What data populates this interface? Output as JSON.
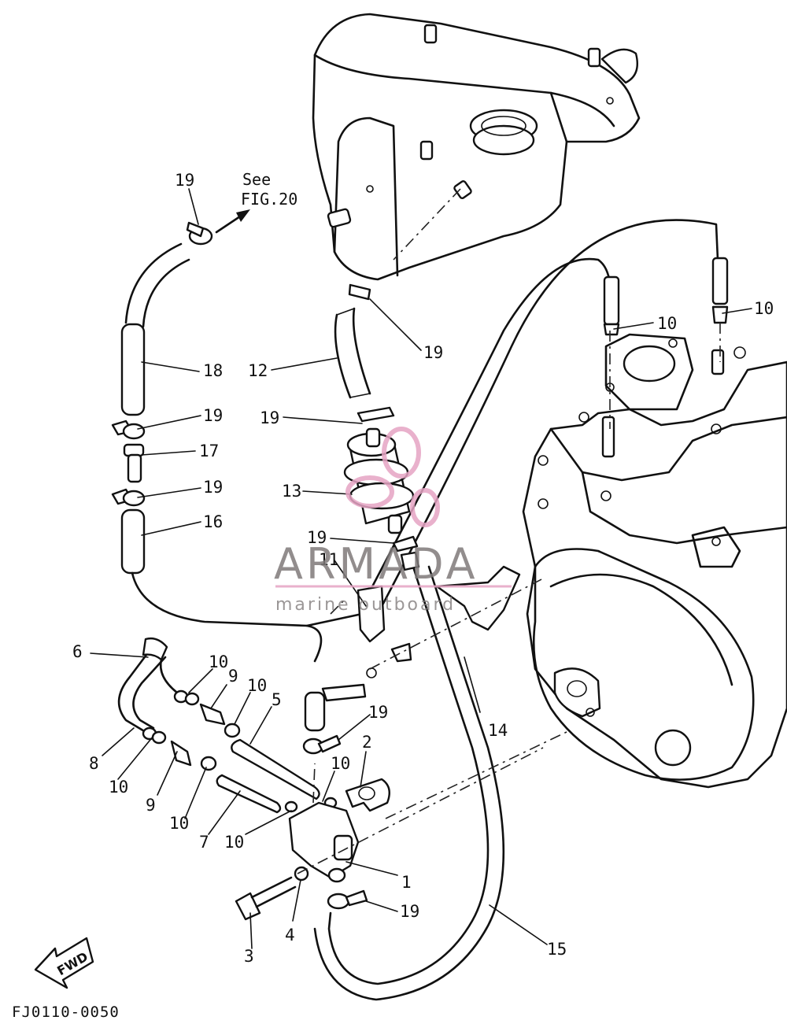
{
  "diagram": {
    "code": "FJ0110-0050",
    "see_reference": {
      "line1": "See",
      "line2": "FIG.20"
    },
    "fwd_label": "FWD",
    "watermark": {
      "brand": "ARMADA",
      "tagline": "marine outboard"
    },
    "callouts": [
      {
        "id": "c19a",
        "text": "19"
      },
      {
        "id": "c18",
        "text": "18"
      },
      {
        "id": "c19b",
        "text": "19"
      },
      {
        "id": "c17",
        "text": "17"
      },
      {
        "id": "c19c",
        "text": "19"
      },
      {
        "id": "c16",
        "text": "16"
      },
      {
        "id": "c12",
        "text": "12"
      },
      {
        "id": "c19d",
        "text": "19"
      },
      {
        "id": "c19e",
        "text": "19"
      },
      {
        "id": "c13",
        "text": "13"
      },
      {
        "id": "c19f",
        "text": "19"
      },
      {
        "id": "c11",
        "text": "11"
      },
      {
        "id": "c10a",
        "text": "10"
      },
      {
        "id": "c10b",
        "text": "10"
      },
      {
        "id": "c6",
        "text": "6"
      },
      {
        "id": "c10c",
        "text": "10"
      },
      {
        "id": "c9a",
        "text": "9"
      },
      {
        "id": "c10d",
        "text": "10"
      },
      {
        "id": "c5",
        "text": "5"
      },
      {
        "id": "c19g",
        "text": "19"
      },
      {
        "id": "c14",
        "text": "14"
      },
      {
        "id": "c8",
        "text": "8"
      },
      {
        "id": "c10e",
        "text": "10"
      },
      {
        "id": "c2",
        "text": "2"
      },
      {
        "id": "c9b",
        "text": "9"
      },
      {
        "id": "c10f",
        "text": "10"
      },
      {
        "id": "c10g",
        "text": "10"
      },
      {
        "id": "c7",
        "text": "7"
      },
      {
        "id": "c10h",
        "text": "10"
      },
      {
        "id": "c1",
        "text": "1"
      },
      {
        "id": "c19h",
        "text": "19"
      },
      {
        "id": "c4",
        "text": "4"
      },
      {
        "id": "c3",
        "text": "3"
      },
      {
        "id": "c15",
        "text": "15"
      }
    ]
  }
}
